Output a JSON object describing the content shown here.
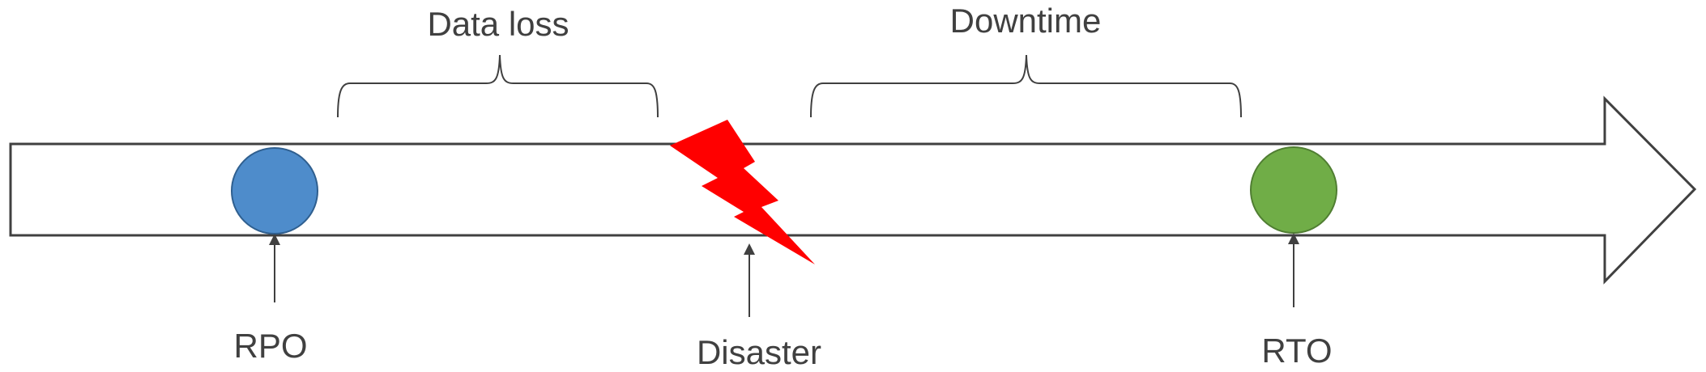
{
  "labels": {
    "data_loss": "Data loss",
    "downtime": "Downtime",
    "rpo": "RPO",
    "disaster": "Disaster",
    "rto": "RTO"
  },
  "colors": {
    "rpo_marker": "#4E8CCB",
    "rto_marker": "#70AD47",
    "lightning": "#FF0000",
    "outline": "#404040",
    "text": "#404040"
  },
  "icons": {
    "timeline": "timeline-arrow",
    "disaster": "lightning-bolt-icon"
  }
}
